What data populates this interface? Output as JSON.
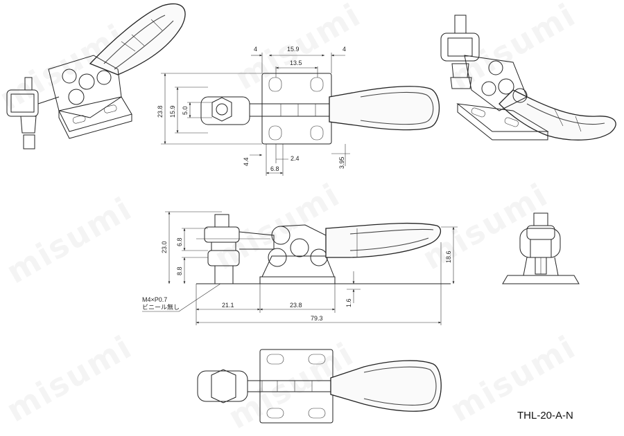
{
  "watermark": "misumi",
  "part_number": "THL-20-A-N",
  "colors": {
    "line": "#222222",
    "watermark": "#000000",
    "background": "#ffffff"
  },
  "top_view_dims": {
    "d4_left": "4",
    "d15_9": "15.9",
    "d4_right": "4",
    "d13_5": "13.5",
    "d23_8": "23.8",
    "d15_9v": "15.9",
    "d5_0": "5.0",
    "d4_4": "4.4",
    "d2_4": "2.4",
    "d6_8": "6.8",
    "d3_95": "3.95"
  },
  "side_view_dims": {
    "d23_0": "23.0",
    "d6_8": "6.8",
    "d8_8": "8.8",
    "d18_6": "18.6",
    "d1_6": "1.6",
    "d21_1": "21.1",
    "d23_8": "23.8",
    "d79_3": "79.3"
  },
  "thread_note": {
    "line1": "M4×P0.7",
    "line2": "ビニール無し"
  }
}
